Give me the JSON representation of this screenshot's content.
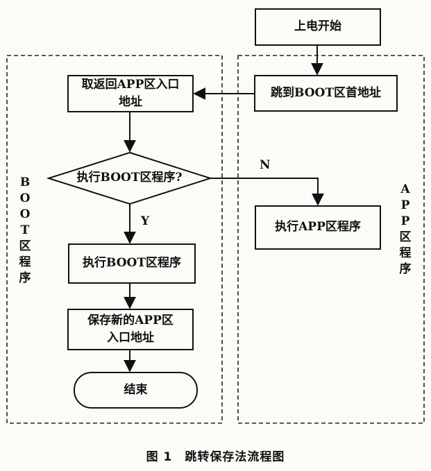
{
  "nodes": {
    "power_on": "上电开始",
    "jump_boot": "跳到BOOT区首地址",
    "get_return_line1": "取返回APP区入口",
    "get_return_line2": "地址",
    "decision": "执行BOOT区程序?",
    "exec_boot": "执行BOOT区程序",
    "exec_app": "执行APP区程序",
    "save_line1": "保存新的APP区",
    "save_line2": "入口地址",
    "end": "结束"
  },
  "edge_labels": {
    "no": "N",
    "yes": "Y"
  },
  "regions": {
    "boot": [
      "B",
      "O",
      "O",
      "T",
      "区",
      "程",
      "序"
    ],
    "app": [
      "A",
      "P",
      "P",
      "区",
      "程",
      "序"
    ]
  },
  "caption": "图 1　跳转保存法流程图"
}
